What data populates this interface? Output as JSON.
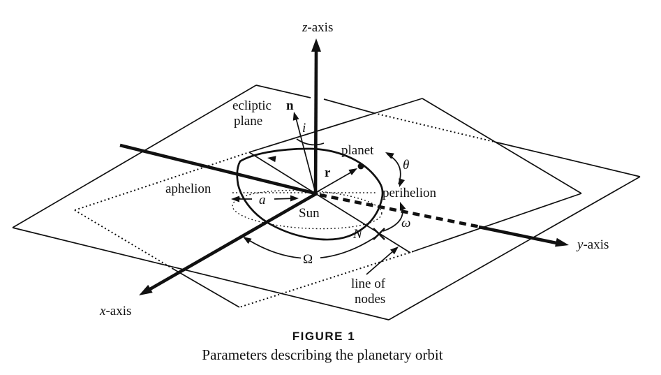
{
  "caption": {
    "title": "FIGURE 1",
    "subtitle": "Parameters describing the planetary orbit"
  },
  "labels": {
    "z_axis_var": "z",
    "z_axis_suffix": "-axis",
    "x_axis_var": "x",
    "x_axis_suffix": "-axis",
    "y_axis_var": "y",
    "y_axis_suffix": "-axis",
    "ecliptic_line1": "ecliptic",
    "ecliptic_line2": "plane",
    "normal_vector": "n",
    "inclination": "i",
    "planet": "planet",
    "true_anomaly": "θ",
    "radius_vector": "r",
    "aphelion": "aphelion",
    "perihelion": "perihelion",
    "semi_major_axis": "a",
    "sun": "Sun",
    "argument_of_perihelion": "ω",
    "node": "N",
    "longitude_of_ascending_node": "Ω",
    "line_of_nodes_line1": "line of",
    "line_of_nodes_line2": "nodes"
  },
  "colors": {
    "ink": "#111111",
    "background": "#ffffff"
  }
}
